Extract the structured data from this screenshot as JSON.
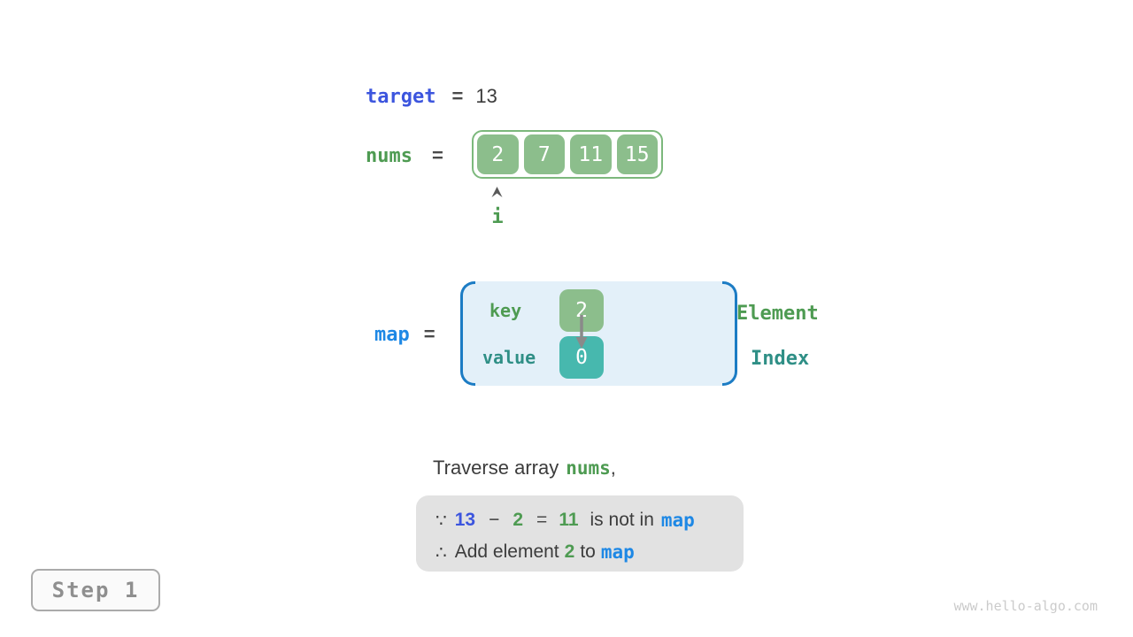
{
  "target": {
    "label": "target",
    "equals": "=",
    "value": "13"
  },
  "nums": {
    "label": "nums",
    "equals": "=",
    "values": [
      "2",
      "7",
      "11",
      "15"
    ],
    "pointer_label": "i"
  },
  "map": {
    "label": "map",
    "equals": "=",
    "key_label": "key",
    "value_label": "value",
    "key_value": "2",
    "value_value": "0",
    "element_label": "Element",
    "index_label": "Index"
  },
  "caption": {
    "prefix": "Traverse array",
    "code": "nums",
    "suffix": ","
  },
  "note": {
    "line1": {
      "because": "∵",
      "num1": "13",
      "minus": "−",
      "num2": "2",
      "equals": "=",
      "num3": "11",
      "text": "is not in",
      "code": "map"
    },
    "line2": {
      "therefore": "∴",
      "text1": "Add element",
      "num": "2",
      "text2": "to",
      "code": "map"
    }
  },
  "step_label": "Step 1",
  "watermark": "www.hello-algo.com",
  "colors": {
    "indigo_code": "#3C55DE",
    "azure_code": "#1E88E5",
    "green_code": "#4E9B52",
    "teal_code": "#2F8F86",
    "array_fill": "#8CBE8C",
    "array_border": "#7CB87C",
    "teal_fill": "#47B8AE",
    "map_box_fill": "#E3F0F9",
    "map_box_border": "#1C7CC4",
    "note_fill": "#E2E2E2",
    "dark_text": "#3C3C3C"
  }
}
